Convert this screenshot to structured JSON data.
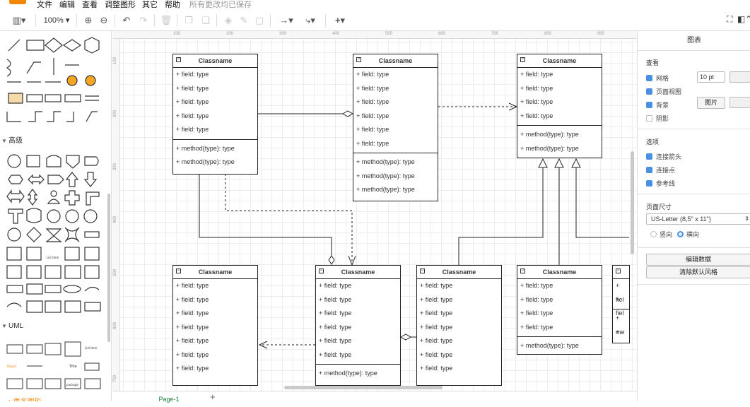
{
  "menu": {
    "items": [
      "文件",
      "编辑",
      "查看",
      "调整图形",
      "其它",
      "帮助"
    ],
    "status": "所有更改均已保存"
  },
  "toolbar": {
    "zoom": "100%"
  },
  "left_panel": {
    "sections": {
      "advanced": "高级",
      "uml": "UML"
    },
    "more_shapes": "+ 更多图形"
  },
  "canvas": {
    "ruler_x": [
      "100",
      "200",
      "300",
      "400",
      "500",
      "600",
      "700",
      "800",
      "900"
    ],
    "ruler_y": [
      "100",
      "200",
      "300",
      "400",
      "500",
      "600",
      "700"
    ],
    "classes": [
      {
        "title": "Classname",
        "fields": [
          "+ field: type",
          "+ field: type",
          "+ field: type",
          "+ field: type",
          "+ field: type"
        ],
        "methods": [
          "+ method(type): type",
          "+ method(type): type"
        ]
      },
      {
        "title": "Classname",
        "fields": [
          "+ field: type",
          "+ field: type",
          "+ field: type",
          "+ field: type",
          "+ field: type",
          "+ field: type"
        ],
        "methods": [
          "+ method(type): type",
          "+ method(type): type",
          "+ method(type): type"
        ]
      },
      {
        "title": "Classname",
        "fields": [
          "+ field: type",
          "+ field: type",
          "+ field: type",
          "+ field: type"
        ],
        "methods": [
          "+ method(type): type",
          "+ method(type): type"
        ]
      },
      {
        "title": "Classname",
        "fields": [
          "+ field: type",
          "+ field: type",
          "+ field: type",
          "+ field: type",
          "+ field: type",
          "+ field: type",
          "+ field: type"
        ],
        "methods": []
      },
      {
        "title": "Classname",
        "fields": [
          "+ field: type",
          "+ field: type",
          "+ field: type",
          "+ field: type",
          "+ field: type",
          "+ field: type"
        ],
        "methods": [
          "+ method(type): type"
        ]
      },
      {
        "title": "Classname",
        "fields": [
          "+ field: type",
          "+ field: type",
          "+ field: type",
          "+ field: type",
          "+ field: type",
          "+ field: type",
          "+ field: type"
        ],
        "methods": []
      },
      {
        "title": "Classname",
        "fields": [
          "+ field: type",
          "+ field: type",
          "+ field: type",
          "+ field: type"
        ],
        "methods": [
          "+ method(type): type"
        ]
      },
      {
        "title": "",
        "fields": [
          "+ fiel",
          "+ fiel"
        ],
        "methods": [
          "+ me",
          "+ me"
        ]
      }
    ],
    "page_tab": "Page-1"
  },
  "right_panel": {
    "title": "图表",
    "view_heading": "查看",
    "grid_label": "网格",
    "grid_size": "10 pt",
    "page_view_label": "页面视图",
    "background_label": "背景",
    "image_button": "图片",
    "shadow_label": "阴影",
    "options_heading": "选项",
    "connection_arrows_label": "连接箭头",
    "connection_points_label": "连接点",
    "guides_label": "参考线",
    "page_size_heading": "页面尺寸",
    "page_size_value": "US-Letter (8,5\" x 11\")",
    "portrait_label": "竖向",
    "landscape_label": "横向",
    "edit_data_button": "编辑数据",
    "clear_style_button": "清除默认风格"
  },
  "colors": {
    "accent": "#4a90e2",
    "brand": "#f08705",
    "tab_green": "#1a7f37"
  }
}
